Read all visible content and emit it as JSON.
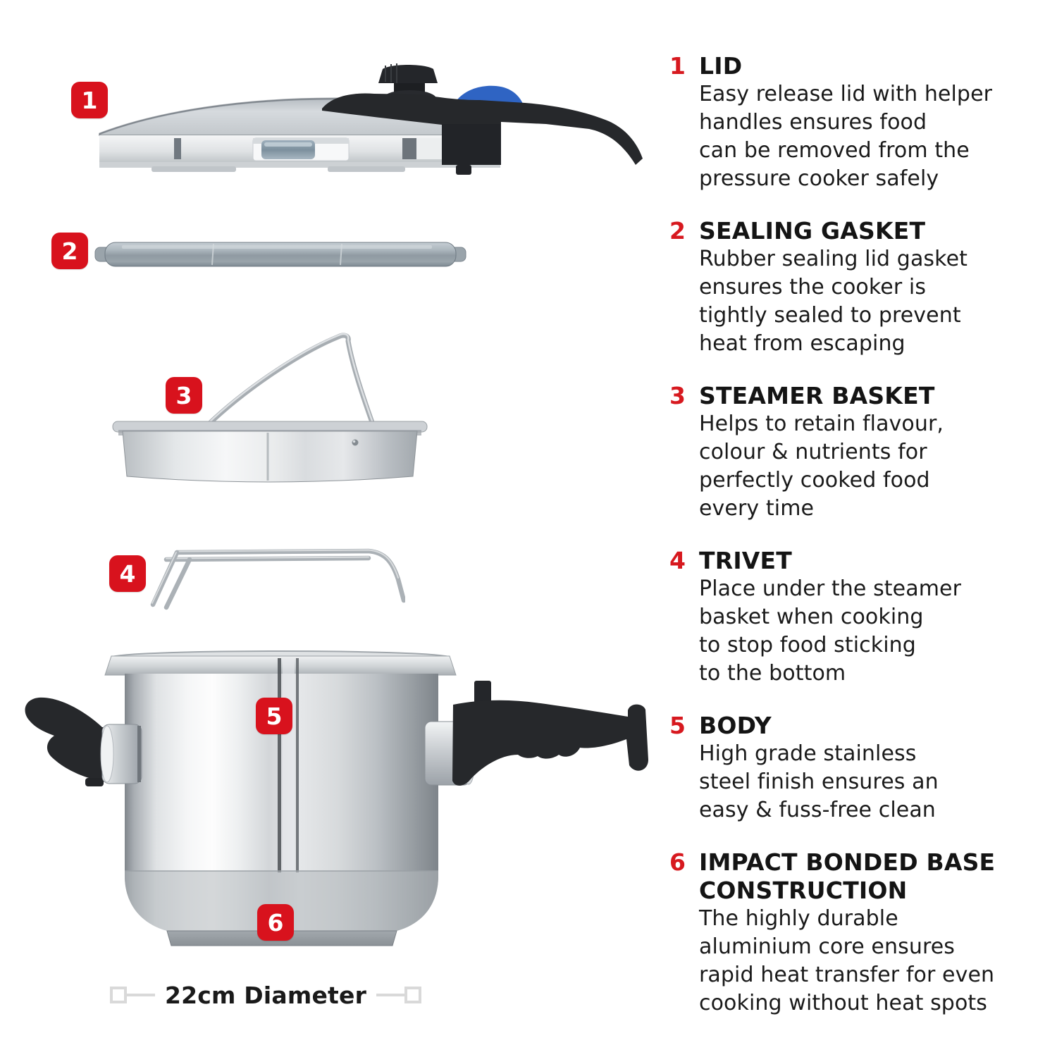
{
  "colors": {
    "badge_red": "#d8121d",
    "list_number_red": "#d7191f",
    "text_black": "#161616",
    "accent_blue": "#2f64c3",
    "measure_gray": "#d9d9d9",
    "steel_light": "#f2f3f4",
    "steel_dark": "#8d9399",
    "handle_black": "#26282b"
  },
  "diagram": {
    "measurement": {
      "label": "22cm Diameter"
    }
  },
  "parts": [
    {
      "num": "1",
      "title": "LID",
      "desc": "Easy release lid with helper\nhandles ensures food\ncan be removed from the\npressure cooker safely"
    },
    {
      "num": "2",
      "title": "SEALING GASKET",
      "desc": "Rubber sealing lid gasket\nensures the cooker is\ntightly sealed to prevent\nheat from escaping"
    },
    {
      "num": "3",
      "title": "STEAMER BASKET",
      "desc": "Helps to retain flavour,\ncolour & nutrients for\nperfectly cooked food\nevery time"
    },
    {
      "num": "4",
      "title": "TRIVET",
      "desc": "Place under the steamer\nbasket when cooking\nto stop food sticking\nto the bottom"
    },
    {
      "num": "5",
      "title": "BODY",
      "desc": "High grade stainless\nsteel finish ensures an\neasy & fuss-free clean"
    },
    {
      "num": "6",
      "title": "IMPACT BONDED BASE\nCONSTRUCTION",
      "desc": "The highly durable\naluminium core ensures\nrapid heat transfer for even\ncooking without heat spots"
    }
  ]
}
